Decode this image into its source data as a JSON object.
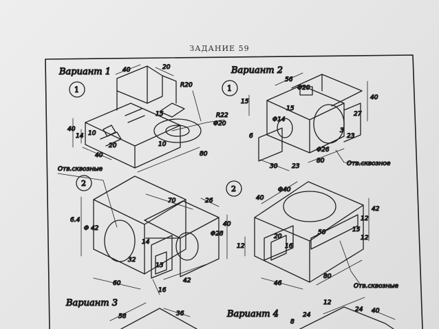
{
  "page_title": "ЗАДАНИЕ 59",
  "variants": [
    {
      "label": "Вариант 1",
      "sub": [
        "1",
        "2"
      ]
    },
    {
      "label": "Вариант 2",
      "sub": [
        "1",
        "2"
      ]
    },
    {
      "label": "Вариант 3"
    },
    {
      "label": "Вариант 4"
    }
  ],
  "notes": {
    "through_hole_plural": "Отв.сквозные",
    "through_hole_single": "Отв.сквозное"
  },
  "dims": {
    "v1_1": [
      "40",
      "20",
      "R20",
      "15",
      "R22",
      "Φ20",
      "40",
      "14",
      "10",
      "20",
      "40",
      "10",
      "80"
    ],
    "v2_1": [
      "56",
      "Φ20",
      "15",
      "15",
      "40",
      "Φ14",
      "6",
      "27",
      "3",
      "23",
      "Φ26",
      "30",
      "23",
      "80"
    ],
    "v1_2": [
      "70",
      "26",
      "6.4",
      "Φ 42",
      "14",
      "Φ28",
      "40",
      "32",
      "13",
      "60",
      "42",
      "16"
    ],
    "v2_2": [
      "40",
      "Φ40",
      "42",
      "50",
      "20",
      "12",
      "15",
      "12",
      "16",
      "12",
      "46",
      "80"
    ],
    "v3": [
      "58",
      "36"
    ],
    "v4": [
      "8",
      "24",
      "12",
      "24",
      "40"
    ]
  }
}
